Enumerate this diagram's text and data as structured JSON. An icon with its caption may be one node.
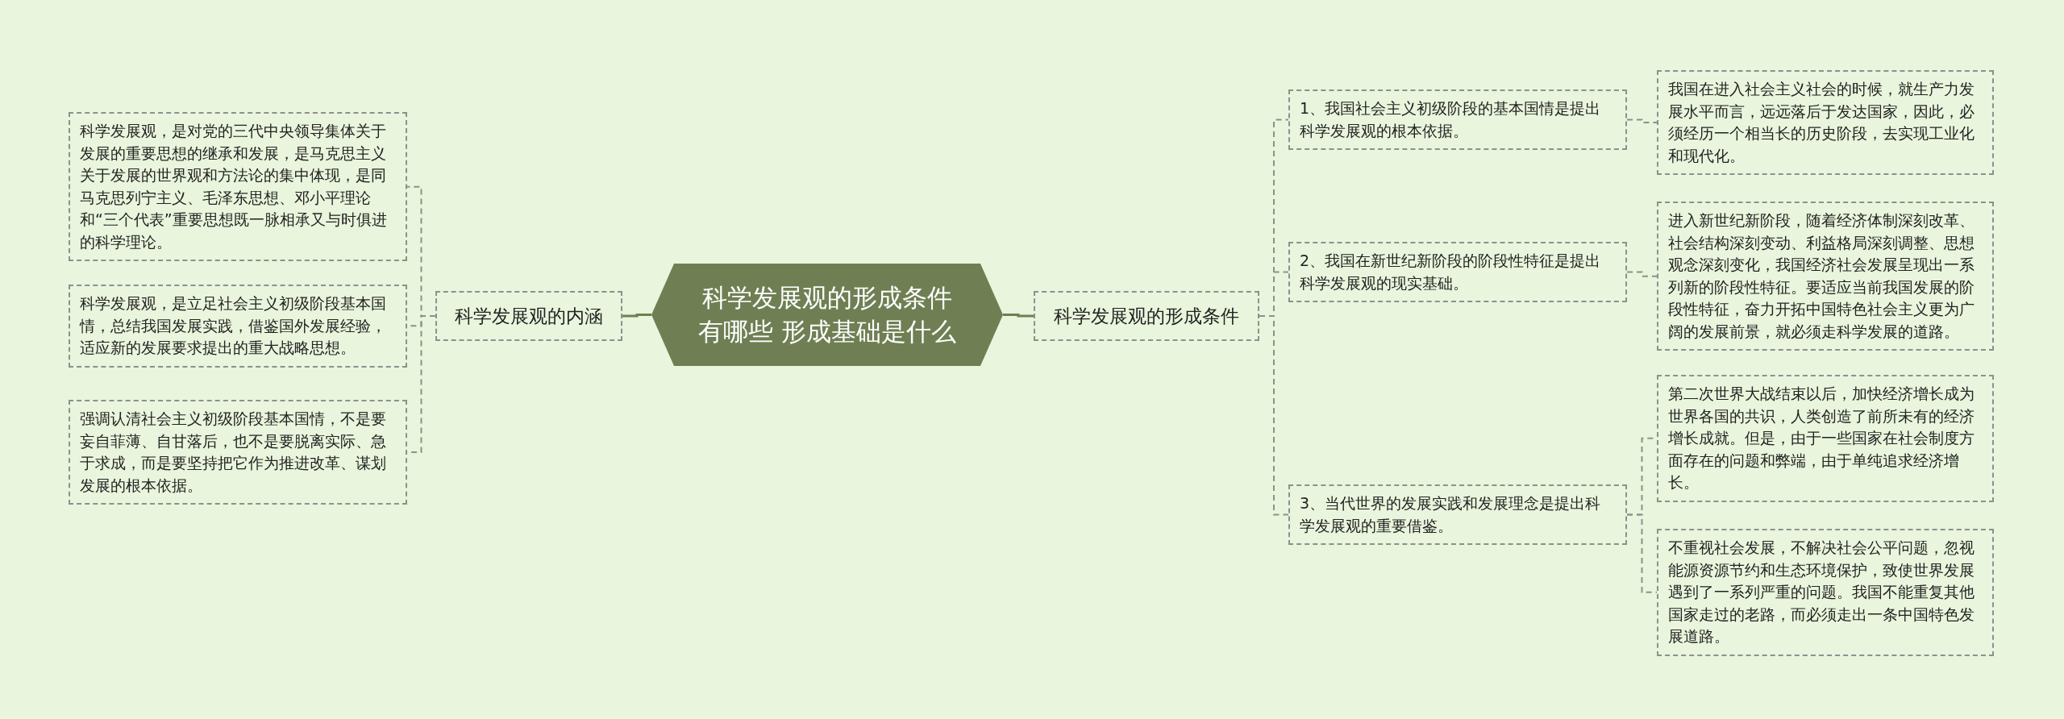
{
  "diagram": {
    "nodes": [
      {
        "text": [
          "科学发展观的形成条件有哪些 形成基础是什么"
        ]
      },
      {
        "text": [
          "科学发展观的内涵"
        ]
      },
      {
        "text": [
          "科学发展观，是对党的三代中央领导集体关于发展的重要思想的继承和发展，是马克思主义关于发展的世界观和方法论的集中体现，是同马克思列宁主义、毛泽东思想、邓小平理论和“三个代表”重要思想既一脉相承又与时俱进的科学理论。"
        ]
      },
      {
        "text": [
          "科学发展观，是立足社会主义初级阶段基本国情，总结我国发展实践，借鉴国外发展经验，适应新的发展要求提出的重大战略思想。"
        ]
      },
      {
        "text": [
          "强调认清社会主义初级阶段基本国情，不是要妄自菲薄、自甘落后，也不是要脱离实际、急于求成，而是要坚持把它作为推进改革、谋划发展的根本依据。"
        ]
      },
      {
        "text": [
          "科学发展观的形成条件"
        ]
      },
      {
        "text": [
          "1、我国社会主义初级阶段的基本国情是提出科学发展观的根本依据。"
        ]
      },
      {
        "text": [
          "2、我国在新世纪新阶段的阶段性特征是提出科学发展观的现实基础。"
        ]
      },
      {
        "text": [
          "3、当代世界的发展实践和发展理念是提出科学发展观的重要借鉴。"
        ]
      },
      {
        "text": [
          "我国在进入社会主义社会的时候，就生产力发展水平而言，远远落后于发达国家，因此，必须经历一个相当长的历史阶段，去实现工业化和现代化。"
        ]
      },
      {
        "text": [
          "进入新世纪新阶段，随着经济体制深刻改革、社会结构深刻变动、利益格局深刻调整、思想观念深刻变化，我国经济社会发展呈现出一系列新的阶段性特征。要适应当前我国发展的阶段性特征，奋力开拓中国特色社会主义更为广阔的发展前景，就必须走科学发展的道路。"
        ]
      },
      {
        "text": [
          "第二次世界大战结束以后，加快经济增长成为世界各国的共识，人类创造了前所未有的经济增长成就。但是，由于一些国家在社会制度方面存在的问题和弊端，由于单纯追求经济增长。"
        ]
      },
      {
        "text": [
          "不重视社会发展，不解决社会公平问题，忽视能源资源节约和生态环境保护，致使世界发展遇到了一系列严重的问题。我国不能重复其他国家走过的老路，而必须走出一条中国特色发展道路。"
        ]
      }
    ],
    "edges": [
      {
        "from": 0,
        "to": 1,
        "arrow": "none",
        "color": "#6f7f53"
      },
      {
        "from": 1,
        "to": 2,
        "arrow": "none",
        "style": "dashed"
      },
      {
        "from": 1,
        "to": 3,
        "arrow": "none",
        "style": "dashed"
      },
      {
        "from": 1,
        "to": 4,
        "arrow": "none",
        "style": "dashed"
      },
      {
        "from": 0,
        "to": 5,
        "arrow": "none",
        "color": "#6f7f53"
      },
      {
        "from": 5,
        "to": 6,
        "arrow": "none",
        "style": "dashed"
      },
      {
        "from": 5,
        "to": 7,
        "arrow": "none",
        "style": "dashed"
      },
      {
        "from": 5,
        "to": 8,
        "arrow": "none",
        "style": "dashed"
      },
      {
        "from": 6,
        "to": 9,
        "arrow": "none",
        "style": "dashed"
      },
      {
        "from": 7,
        "to": 10,
        "arrow": "none",
        "style": "dashed"
      },
      {
        "from": 8,
        "to": 11,
        "arrow": "none",
        "style": "dashed"
      },
      {
        "from": 8,
        "to": 12,
        "arrow": "none",
        "style": "dashed"
      }
    ]
  }
}
